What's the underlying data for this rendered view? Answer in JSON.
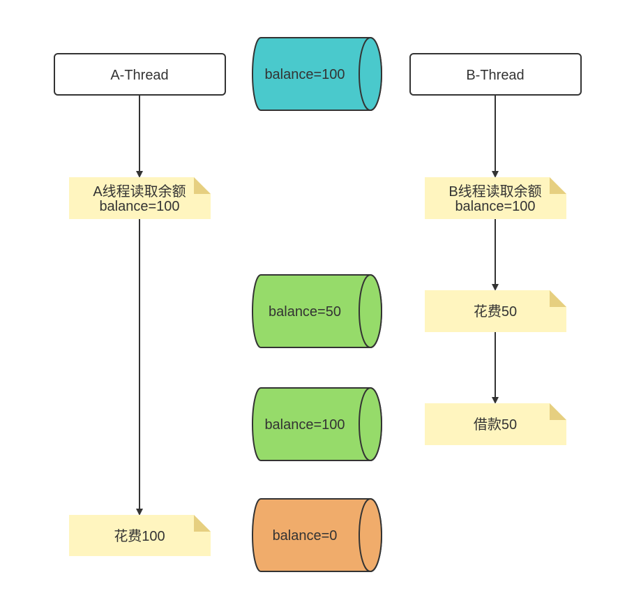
{
  "threads": {
    "a": {
      "label": "A-Thread"
    },
    "b": {
      "label": "B-Thread"
    }
  },
  "notes": {
    "a_read": {
      "line1": "A线程读取余额",
      "line2": "balance=100"
    },
    "b_read": {
      "line1": "B线程读取余额",
      "line2": "balance=100"
    },
    "b_spend": {
      "label": "花费50"
    },
    "b_borrow": {
      "label": "借款50"
    },
    "a_spend": {
      "label": "花费100"
    }
  },
  "stores": {
    "initial": {
      "label": "balance=100",
      "color": "#4ac9cc"
    },
    "after_b_spend": {
      "label": "balance=50",
      "color": "#96db6a"
    },
    "after_b_borrow": {
      "label": "balance=100",
      "color": "#96db6a"
    },
    "after_a_spend": {
      "label": "balance=0",
      "color": "#f0ac6b"
    }
  },
  "colors": {
    "stroke": "#333333",
    "note_fill": "#fff5bf",
    "note_fold": "#e6cf80",
    "box_fill": "#ffffff"
  }
}
